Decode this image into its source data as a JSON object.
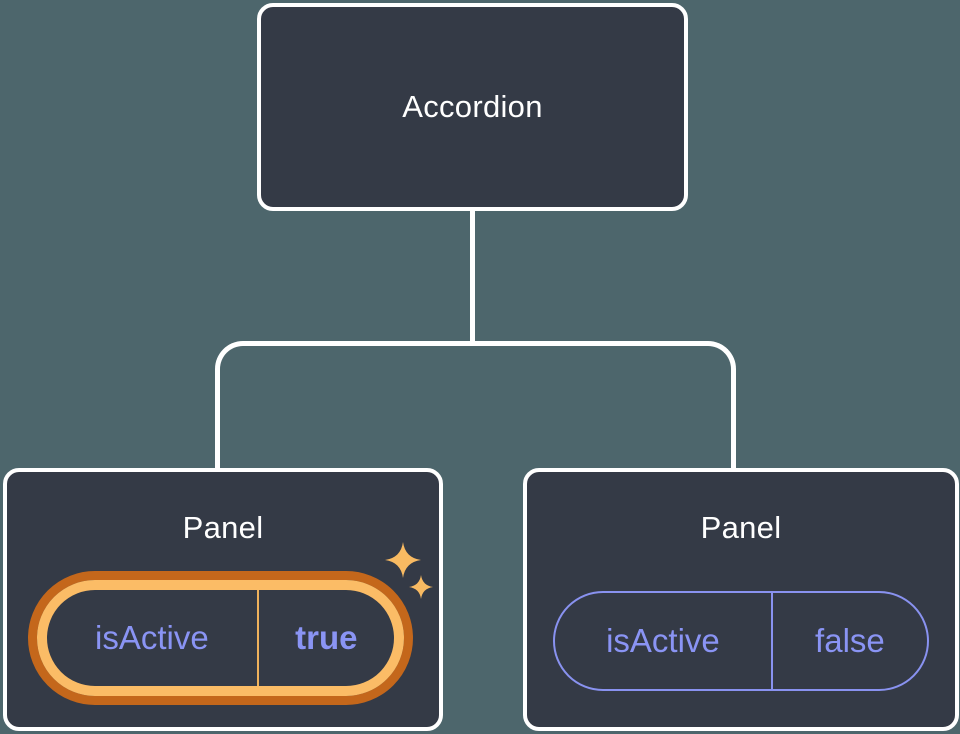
{
  "diagram": {
    "root": {
      "label": "Accordion"
    },
    "panels": [
      {
        "title": "Panel",
        "prop_name": "isActive",
        "prop_value": "true",
        "highlighted": true,
        "icon": "sparkles-icon"
      },
      {
        "title": "Panel",
        "prop_name": "isActive",
        "prop_value": "false",
        "highlighted": false
      }
    ],
    "colors": {
      "background": "#4D666C",
      "node_fill": "#343A46",
      "node_border": "#FFFFFF",
      "connector": "#FFFFFF",
      "node_text": "#FFFFFF",
      "state_text": "#8A94F4",
      "state_border": "#8992F0",
      "highlight_outer": "#C4671B",
      "highlight_inner": "#FBBC66",
      "highlight_divider": "#F0B25C",
      "sparkle": "#F8BA62"
    }
  }
}
